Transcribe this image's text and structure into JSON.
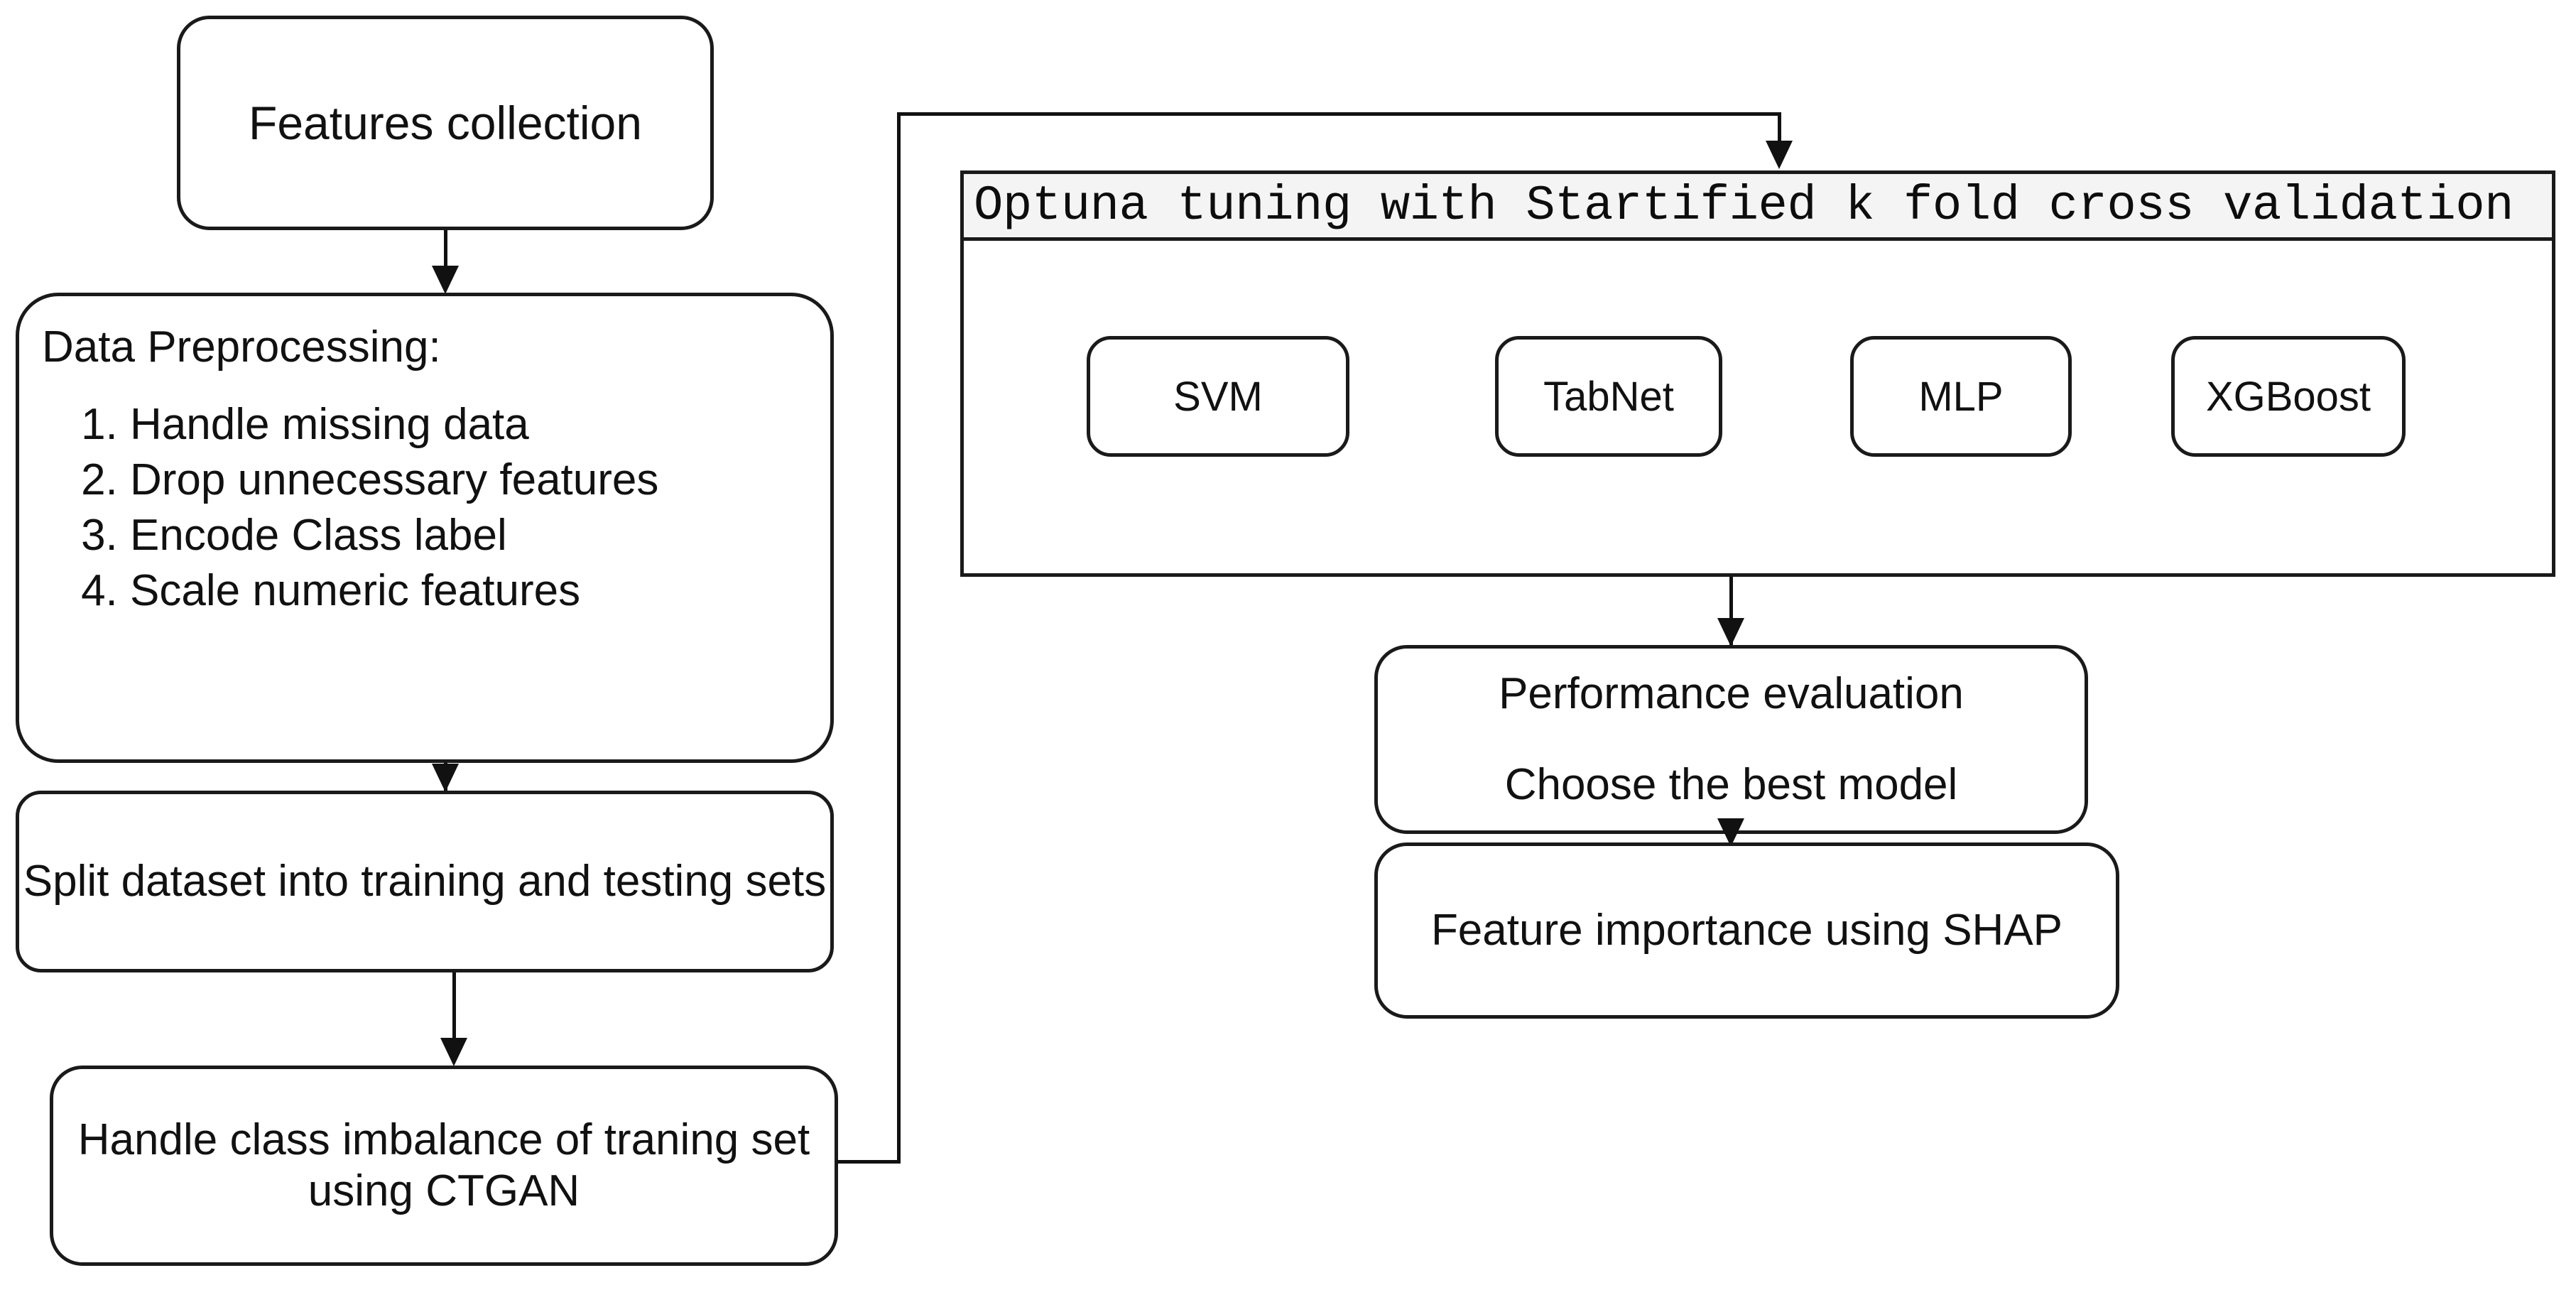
{
  "diagram": {
    "type": "flowchart",
    "title": "Machine learning pipeline flowchart",
    "nodes": {
      "features_collection": {
        "label": "Features collection"
      },
      "data_preprocessing": {
        "heading": "Data Preprocessing:",
        "steps": [
          "Handle missing data",
          "Drop unnecessary features",
          "Encode Class label",
          "Scale numeric features"
        ]
      },
      "split_dataset": {
        "label": "Split dataset into training and testing sets"
      },
      "ctgan": {
        "label": "Handle class imbalance of traning set using CTGAN"
      },
      "optuna": {
        "title": "Optuna tuning with Startified k fold cross validation",
        "models": [
          {
            "label": "SVM"
          },
          {
            "label": "TabNet"
          },
          {
            "label": "MLP"
          },
          {
            "label": "XGBoost"
          }
        ]
      },
      "performance_evaluation": {
        "line1": "Performance evaluation",
        "line2": "Choose the best model"
      },
      "feature_importance": {
        "label": "Feature importance using SHAP"
      }
    },
    "colors": {
      "stroke": "#1a1a1a",
      "text": "#111111",
      "background": "#ffffff",
      "title_bar_background": "#f4f4f4"
    }
  }
}
